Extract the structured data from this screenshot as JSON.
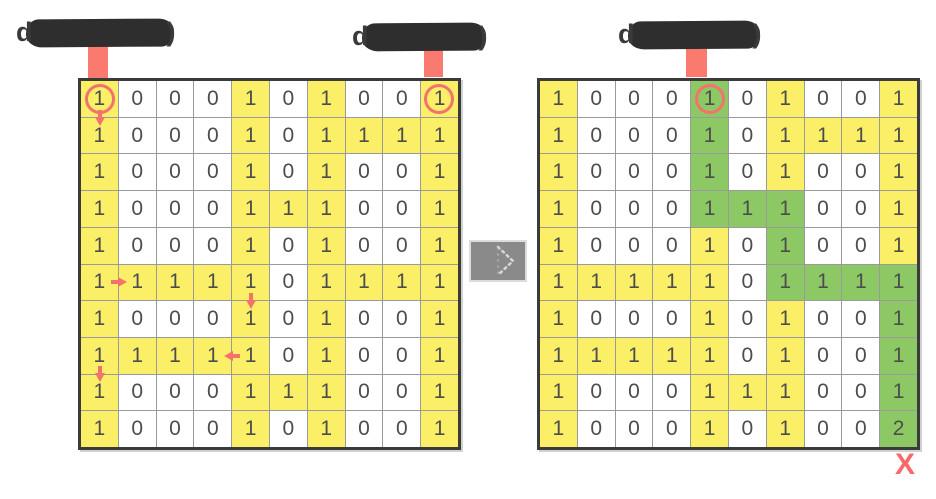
{
  "colors": {
    "cell_yellow": "#FAEF67",
    "cell_green": "#8CC863",
    "cell_white": "#FFFFFF",
    "grid_line": "#9A9A9A",
    "grid_border": "#3B3B3B",
    "digit": "#4D4D4D",
    "annotation_red": "#F4726E",
    "connector_red": "#FA7A70",
    "transition_gray": "#8A8A8A",
    "redaction_black": "#2E2E2E"
  },
  "labels": {
    "call1": {
      "prefix": "d",
      "suffix": ")",
      "redacted": true
    },
    "call2": {
      "prefix": "d",
      "suffix": ")",
      "redacted": true
    },
    "call3": {
      "prefix": "d",
      "suffix": ")",
      "redacted": true
    }
  },
  "x_mark": "X",
  "grids": {
    "left": {
      "values": [
        [
          1,
          0,
          0,
          0,
          1,
          0,
          1,
          0,
          0,
          1
        ],
        [
          1,
          0,
          0,
          0,
          1,
          0,
          1,
          1,
          1,
          1
        ],
        [
          1,
          0,
          0,
          0,
          1,
          0,
          1,
          0,
          0,
          1
        ],
        [
          1,
          0,
          0,
          0,
          1,
          1,
          1,
          0,
          0,
          1
        ],
        [
          1,
          0,
          0,
          0,
          1,
          0,
          1,
          0,
          0,
          1
        ],
        [
          1,
          1,
          1,
          1,
          1,
          0,
          1,
          1,
          1,
          1
        ],
        [
          1,
          0,
          0,
          0,
          1,
          0,
          1,
          0,
          0,
          1
        ],
        [
          1,
          1,
          1,
          1,
          1,
          0,
          1,
          0,
          0,
          1
        ],
        [
          1,
          0,
          0,
          0,
          1,
          1,
          1,
          0,
          0,
          1
        ],
        [
          1,
          0,
          0,
          0,
          1,
          0,
          1,
          0,
          0,
          1
        ]
      ],
      "cell_colors": [
        [
          "y",
          "w",
          "w",
          "w",
          "y",
          "w",
          "y",
          "w",
          "w",
          "y"
        ],
        [
          "y",
          "w",
          "w",
          "w",
          "y",
          "w",
          "y",
          "y",
          "y",
          "y"
        ],
        [
          "y",
          "w",
          "w",
          "w",
          "y",
          "w",
          "y",
          "w",
          "w",
          "y"
        ],
        [
          "y",
          "w",
          "w",
          "w",
          "y",
          "y",
          "y",
          "w",
          "w",
          "y"
        ],
        [
          "y",
          "w",
          "w",
          "w",
          "y",
          "w",
          "y",
          "w",
          "w",
          "y"
        ],
        [
          "y",
          "y",
          "y",
          "y",
          "y",
          "w",
          "y",
          "y",
          "y",
          "y"
        ],
        [
          "y",
          "w",
          "w",
          "w",
          "y",
          "w",
          "y",
          "w",
          "w",
          "y"
        ],
        [
          "y",
          "y",
          "y",
          "y",
          "y",
          "w",
          "y",
          "w",
          "w",
          "y"
        ],
        [
          "y",
          "w",
          "w",
          "w",
          "y",
          "y",
          "y",
          "w",
          "w",
          "y"
        ],
        [
          "y",
          "w",
          "w",
          "w",
          "y",
          "w",
          "y",
          "w",
          "w",
          "y"
        ]
      ],
      "circles": [
        [
          0,
          0
        ],
        [
          0,
          9
        ]
      ],
      "arrows": [
        {
          "dir": "down",
          "col": 0,
          "edge_row": 1
        },
        {
          "dir": "right",
          "row": 5,
          "edge_col": 1
        },
        {
          "dir": "down",
          "col": 4,
          "edge_row": 6
        },
        {
          "dir": "left",
          "row": 7,
          "edge_col": 4
        },
        {
          "dir": "down",
          "col": 0,
          "edge_row": 8
        }
      ]
    },
    "right": {
      "values": [
        [
          1,
          0,
          0,
          0,
          1,
          0,
          1,
          0,
          0,
          1
        ],
        [
          1,
          0,
          0,
          0,
          1,
          0,
          1,
          1,
          1,
          1
        ],
        [
          1,
          0,
          0,
          0,
          1,
          0,
          1,
          0,
          0,
          1
        ],
        [
          1,
          0,
          0,
          0,
          1,
          1,
          1,
          0,
          0,
          1
        ],
        [
          1,
          0,
          0,
          0,
          1,
          0,
          1,
          0,
          0,
          1
        ],
        [
          1,
          1,
          1,
          1,
          1,
          0,
          1,
          1,
          1,
          1
        ],
        [
          1,
          0,
          0,
          0,
          1,
          0,
          1,
          0,
          0,
          1
        ],
        [
          1,
          1,
          1,
          1,
          1,
          0,
          1,
          0,
          0,
          1
        ],
        [
          1,
          0,
          0,
          0,
          1,
          1,
          1,
          0,
          0,
          1
        ],
        [
          1,
          0,
          0,
          0,
          1,
          0,
          1,
          0,
          0,
          2
        ]
      ],
      "cell_colors": [
        [
          "y",
          "w",
          "w",
          "w",
          "g",
          "w",
          "y",
          "w",
          "w",
          "y"
        ],
        [
          "y",
          "w",
          "w",
          "w",
          "g",
          "w",
          "y",
          "y",
          "y",
          "y"
        ],
        [
          "y",
          "w",
          "w",
          "w",
          "g",
          "w",
          "y",
          "w",
          "w",
          "y"
        ],
        [
          "y",
          "w",
          "w",
          "w",
          "g",
          "g",
          "g",
          "w",
          "w",
          "y"
        ],
        [
          "y",
          "w",
          "w",
          "w",
          "y",
          "w",
          "g",
          "w",
          "w",
          "y"
        ],
        [
          "y",
          "y",
          "y",
          "y",
          "y",
          "w",
          "g",
          "g",
          "g",
          "g"
        ],
        [
          "y",
          "w",
          "w",
          "w",
          "y",
          "w",
          "y",
          "w",
          "w",
          "g"
        ],
        [
          "y",
          "y",
          "y",
          "y",
          "y",
          "w",
          "y",
          "w",
          "w",
          "g"
        ],
        [
          "y",
          "w",
          "w",
          "w",
          "y",
          "y",
          "y",
          "w",
          "w",
          "g"
        ],
        [
          "y",
          "w",
          "w",
          "w",
          "y",
          "w",
          "y",
          "w",
          "w",
          "g"
        ]
      ],
      "circles": [
        [
          0,
          4
        ]
      ],
      "arrows": []
    }
  }
}
